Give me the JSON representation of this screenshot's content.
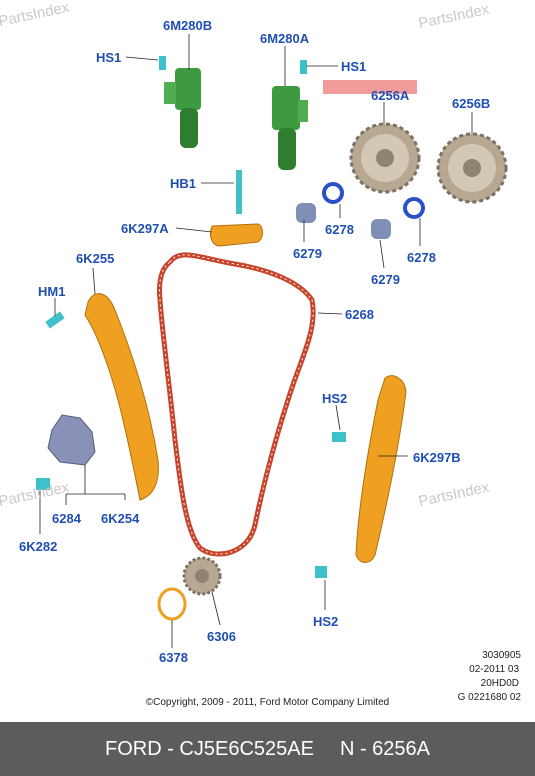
{
  "watermark": "PartsIndex",
  "labels": {
    "p6M280B": "6M280B",
    "p6M280A": "6M280A",
    "hs1_left": "HS1",
    "hs1_right": "HS1",
    "p6256A": "6256A",
    "p6256B": "6256B",
    "hb1": "HB1",
    "p6K297A": "6K297A",
    "p6278_a": "6278",
    "p6279_a": "6279",
    "p6278_b": "6278",
    "p6279_b": "6279",
    "p6K255": "6K255",
    "hm1": "HM1",
    "p6268": "6268",
    "hs2_top": "HS2",
    "p6K297B": "6K297B",
    "p6284": "6284",
    "p6K254": "6K254",
    "p6K282": "6K282",
    "hs2_bottom": "HS2",
    "p6306": "6306",
    "p6378": "6378"
  },
  "meta": {
    "line1": "3030905",
    "line2": "02-2011 03",
    "line3": "20HD0D",
    "line4": "G 0221680 02"
  },
  "copyright": "©Copyright, 2009 - 2011, Ford Motor Company Limited",
  "footer": {
    "part_number": "FORD - CJ5E6C525AE",
    "ref": "N - 6256A"
  },
  "colors": {
    "label": "#1f4fb4",
    "guide": "#f0a020",
    "chain": "#c8442a",
    "solenoid": "#3e9a3e",
    "bolt": "#3fc1c9",
    "gear": "#b7a892",
    "highlight": "#f08a8a",
    "footer_bg": "#5c5c5c"
  }
}
